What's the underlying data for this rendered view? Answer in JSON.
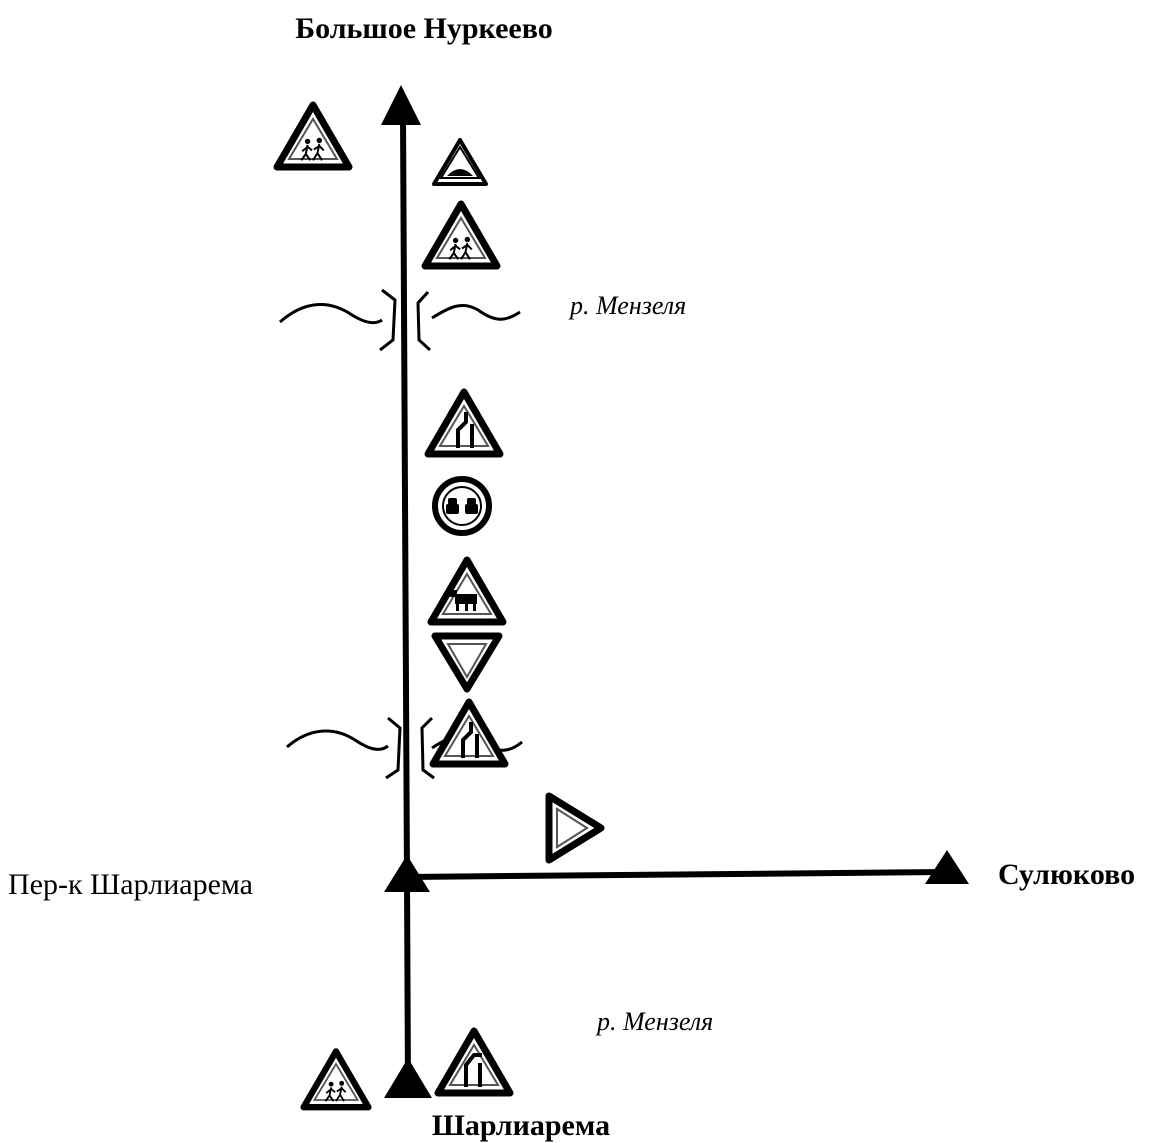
{
  "labels": {
    "north_town": "Большое Нуркеево",
    "east_town": "Сулюково",
    "south_town": "Шарлиарема",
    "junction": "Пер-к Шарлиарема",
    "river_upper": "р. Мензеля",
    "river_lower": "р. Мензеля"
  },
  "signs": [
    {
      "id": "children-sign-north-left",
      "type": "children-warning"
    },
    {
      "id": "speed-bump-sign",
      "type": "artificial-bump-warning"
    },
    {
      "id": "children-sign-north-right",
      "type": "children-warning"
    },
    {
      "id": "road-narrows-sign-1",
      "type": "road-narrows-warning"
    },
    {
      "id": "no-overtaking-sign",
      "type": "no-overtaking"
    },
    {
      "id": "cattle-sign",
      "type": "cattle-crossing-warning"
    },
    {
      "id": "give-way-sign",
      "type": "give-way"
    },
    {
      "id": "road-narrows-sign-2",
      "type": "road-narrows-warning"
    },
    {
      "id": "give-way-sign-east",
      "type": "give-way"
    },
    {
      "id": "children-sign-south",
      "type": "children-warning"
    },
    {
      "id": "road-narrows-sign-3",
      "type": "road-narrows-warning"
    }
  ],
  "colors": {
    "ink": "#000000",
    "background": "#ffffff",
    "sign_fill": "#ffffff"
  }
}
